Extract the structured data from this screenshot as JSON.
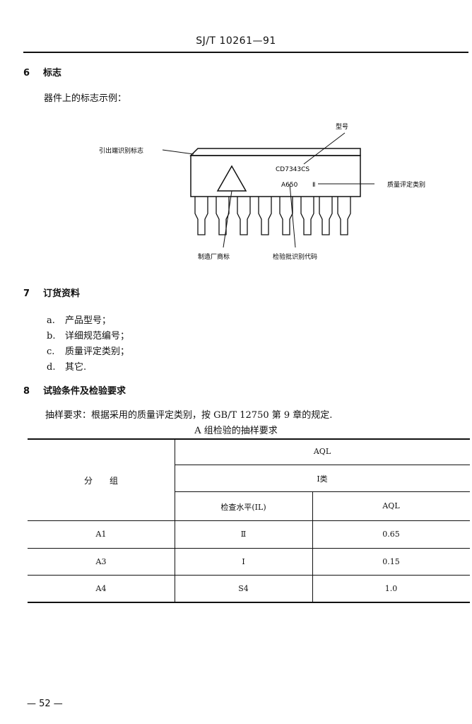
{
  "header": {
    "title": "SJ/T 10261—91"
  },
  "section6": {
    "number": "6",
    "title": "标志",
    "intro": "器件上的标志示例：",
    "diagram": {
      "label_pin1": "引出端识别标志",
      "label_type": "型号",
      "label_quality": "质量评定类别",
      "label_manufacturer": "制造厂商标",
      "label_batch": "检验批识别代码",
      "marking_type": "CD7343CS",
      "marking_batch": "A650",
      "marking_class": "Ⅱ"
    }
  },
  "section7": {
    "number": "7",
    "title": "订货资料",
    "items": [
      {
        "label": "a.",
        "text": "产品型号；"
      },
      {
        "label": "b.",
        "text": "详细规范编号；"
      },
      {
        "label": "c.",
        "text": "质量评定类别；"
      },
      {
        "label": "d.",
        "text": "其它."
      }
    ]
  },
  "section8": {
    "number": "8",
    "title": "试验条件及检验要求",
    "intro": "抽样要求：根据采用的质量评定类别，按 GB/T 12750 第 9 章的规定."
  },
  "table": {
    "caption": "A 组检验的抽样要求",
    "group_header": "分　　组",
    "aql_header": "AQL",
    "class_header": "Ⅰ类",
    "col_level": "检查水平(IL)",
    "col_aql": "AQL",
    "rows": [
      {
        "group": "A1",
        "level": "Ⅱ",
        "aql": "0.65"
      },
      {
        "group": "A3",
        "level": "Ⅰ",
        "aql": "0.15"
      },
      {
        "group": "A4",
        "level": "S4",
        "aql": "1.0"
      }
    ]
  },
  "footer": {
    "page": "— 52 —"
  }
}
